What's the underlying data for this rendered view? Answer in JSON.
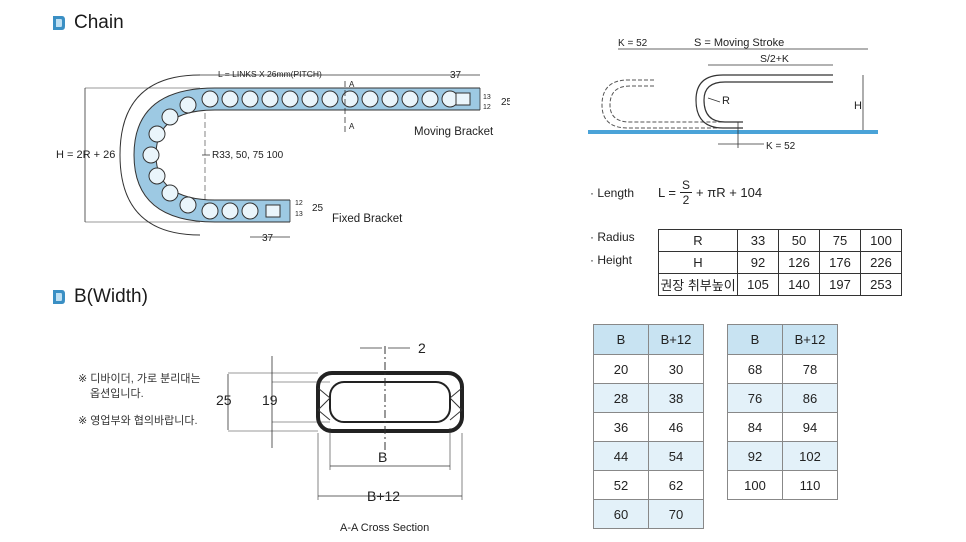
{
  "sections": {
    "chain": "Chain",
    "width": "B(Width)"
  },
  "chain_drawing": {
    "links_label": "L = LINKS X 26mm(PITCH)",
    "height_label": "H = 2R + 26",
    "radius_label": "R33, 50, 75 100",
    "moving_bracket": "Moving Bracket",
    "fixed_bracket": "Fixed Bracket",
    "dim_37_top": "37",
    "dim_37_bottom": "37",
    "dim_25_top": "25",
    "dim_25_bottom": "25",
    "dim_13_top": "13",
    "dim_12_top": "12",
    "dim_12_bottom": "12",
    "dim_13_bottom": "13",
    "section_mark_top": "A",
    "section_mark_bottom": "A"
  },
  "stroke_drawing": {
    "k_top": "K = 52",
    "moving_stroke": "S = Moving Stroke",
    "s2k": "S/2+K",
    "r_label": "R",
    "h_label": "H",
    "k_bottom": "K = 52"
  },
  "formula": {
    "length_label": "· Length",
    "lhs": "L =",
    "num": "S",
    "den": "2",
    "rest": "+ πR + 104"
  },
  "spec_labels": {
    "radius": "· Radius",
    "height": "· Height"
  },
  "spec_table": [
    [
      "R",
      "33",
      "50",
      "75",
      "100"
    ],
    [
      "H",
      "92",
      "126",
      "176",
      "226"
    ],
    [
      "권장 취부높이",
      "105",
      "140",
      "197",
      "253"
    ]
  ],
  "cross_section": {
    "dim_2": "2",
    "dim_25": "25",
    "dim_19": "19",
    "dim_b": "B",
    "dim_b12": "B+12",
    "caption": "A-A Cross Section"
  },
  "notes": {
    "n1_line1": "※ 디바이더, 가로 분리대는",
    "n1_line2": "옵션입니다.",
    "n2": "※ 영업부와 협의바랍니다."
  },
  "width_table_left": {
    "headers": [
      "B",
      "B+12"
    ],
    "rows": [
      [
        "20",
        "30"
      ],
      [
        "28",
        "38"
      ],
      [
        "36",
        "46"
      ],
      [
        "44",
        "54"
      ],
      [
        "52",
        "62"
      ],
      [
        "60",
        "70"
      ]
    ]
  },
  "width_table_right": {
    "headers": [
      "B",
      "B+12"
    ],
    "rows": [
      [
        "68",
        "78"
      ],
      [
        "76",
        "86"
      ],
      [
        "84",
        "94"
      ],
      [
        "92",
        "102"
      ],
      [
        "100",
        "110"
      ]
    ]
  },
  "colors": {
    "accent": "#3a8fc4",
    "chain_fill": "#dbeef8",
    "table_head": "#c8e3f2",
    "table_alt": "#e3f1f9",
    "ground": "#4aa3d8"
  },
  "icons": {
    "section_marker": "shield-marker-icon"
  }
}
